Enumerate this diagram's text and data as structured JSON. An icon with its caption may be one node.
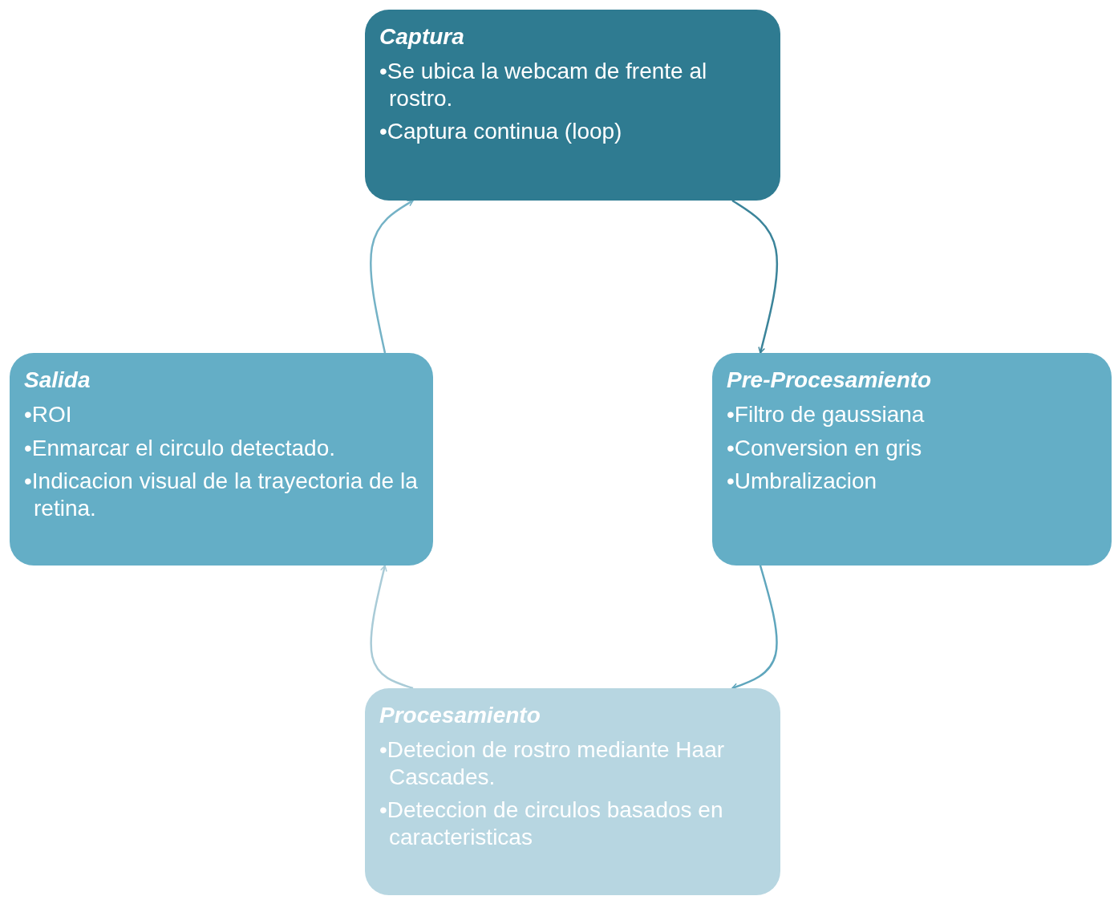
{
  "diagram": {
    "nodes": [
      {
        "text": [
          "Captura",
          "•Se ubica la webcam de frente al rostro.",
          "•Captura continua (loop)"
        ]
      },
      {
        "text": [
          "Salida",
          "•ROI",
          "•Enmarcar el circulo detectado.",
          "•Indicacion visual de la trayectoria de la retina."
        ]
      },
      {
        "text": [
          "Pre-Procesamiento",
          "•Filtro de gaussiana",
          "•Conversion en gris",
          "•Umbralizacion"
        ]
      },
      {
        "text": [
          "Procesamiento",
          "•Detecion de rostro mediante Haar Cascades.",
          "•Deteccion de circulos basados en caracteristicas"
        ]
      }
    ],
    "edges": [
      {
        "from": 0,
        "to": 2,
        "arrow": "to",
        "color": "#3b849a"
      },
      {
        "from": 2,
        "to": 3,
        "arrow": "to",
        "color": "#5fa6bd"
      },
      {
        "from": 3,
        "to": 1,
        "arrow": "to",
        "color": "#a9cbd7"
      },
      {
        "from": 1,
        "to": 0,
        "arrow": "to",
        "color": "#74b2c6"
      }
    ]
  }
}
